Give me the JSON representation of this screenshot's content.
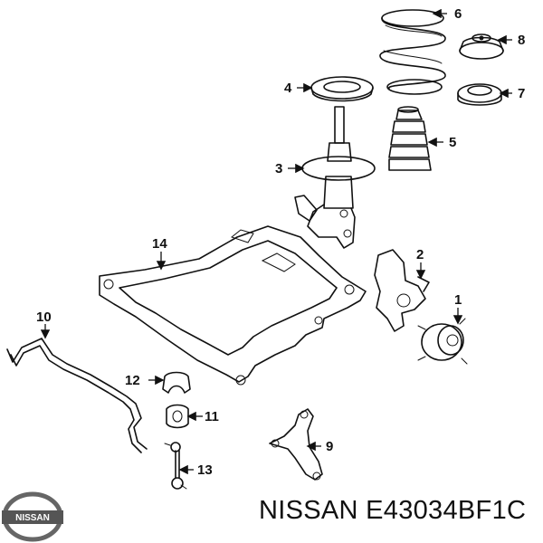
{
  "part_number_label": "NISSAN E43034BF1C",
  "logo_text": "NISSAN",
  "callouts": {
    "c1": "1",
    "c2": "2",
    "c3": "3",
    "c4": "4",
    "c5": "5",
    "c6": "6",
    "c7": "7",
    "c8": "8",
    "c9": "9",
    "c10": "10",
    "c11": "11",
    "c12": "12",
    "c13": "13",
    "c14": "14"
  }
}
